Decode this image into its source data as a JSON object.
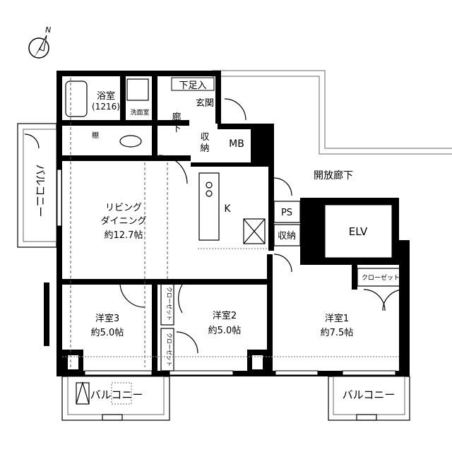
{
  "compass": {
    "north_label": "N"
  },
  "rooms": {
    "bath": {
      "name": "浴室",
      "size": "(1216)"
    },
    "washroom": "洗面室",
    "shoe_storage": "下足入",
    "entrance": "玄関",
    "corridor": [
      "廊",
      "下"
    ],
    "shelf": "棚",
    "storage_hall": [
      "収",
      "納"
    ],
    "mb": "MB",
    "ps_small": "PS",
    "living": {
      "name1": "リビング",
      "name2": "ダイニング",
      "size": "約12.7帖"
    },
    "kitchen": "K",
    "ps": "PS",
    "storage": "収納",
    "elv": "ELV",
    "open_corridor": "開放廊下",
    "room3": {
      "name": "洋室3",
      "size": "約5.0帖"
    },
    "room2": {
      "name": "洋室2",
      "size": "約5.0帖"
    },
    "room1": {
      "name": "洋室1",
      "size": "約7.5帖"
    },
    "closet": "クローゼット",
    "balcony": "バルコニー"
  }
}
